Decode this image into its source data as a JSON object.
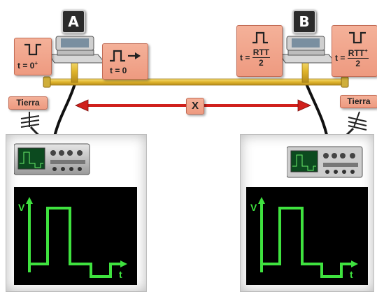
{
  "computers": {
    "a_label": "A",
    "b_label": "B"
  },
  "signals": {
    "a_received_time": "t = 0",
    "a_received_sup": "+",
    "a_sent_time": "t = 0",
    "b_prefix": "t =",
    "b_rtt": "RTT",
    "b_den": "2",
    "b2_prefix": "t =",
    "b2_rtt": "RTT",
    "b2_sup": "+",
    "b2_den": "2"
  },
  "ground": {
    "left_label": "Tierra",
    "right_label": "Tierra"
  },
  "distance": {
    "label": "X"
  },
  "scopes": {
    "left": {
      "v_label": "V",
      "t_label": "t"
    },
    "right": {
      "v_label": "V",
      "t_label": "t"
    }
  },
  "colors": {
    "cable": "#e8c23a",
    "arrow": "#d0201c",
    "tag": "#f0a086",
    "trace": "#3fe23f"
  }
}
